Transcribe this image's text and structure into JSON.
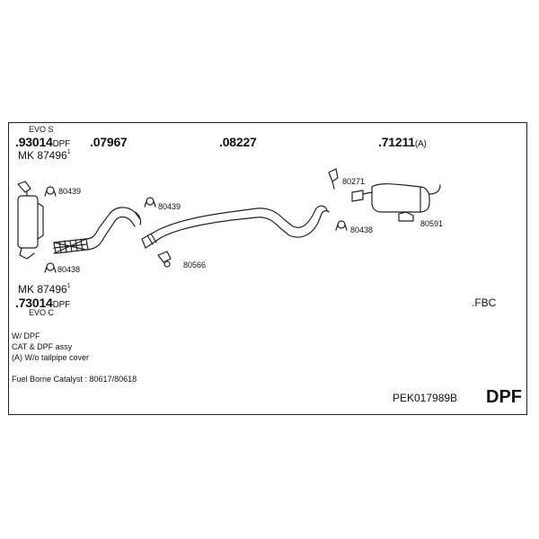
{
  "diagram": {
    "part_codes": {
      "p93014": ".93014",
      "p07967": ".07967",
      "p08227": ".08227",
      "p71211": ".71211",
      "p73014": ".73014",
      "fbc": ".FBC"
    },
    "suffixes": {
      "dpf": "DPF",
      "a_mark": "(A)",
      "dagger": "1"
    },
    "labels": {
      "evo_s": "EVO S",
      "evo_c": "EVO C",
      "mk_top": "MK 87496",
      "mk_bottom": "MK 87496"
    },
    "small_parts": {
      "s80439a": "80439",
      "s80439b": "80439",
      "s80438a": "80438",
      "s80566": "80566",
      "s80271": "80271",
      "s80438b": "80438",
      "s80591": "80591"
    },
    "notes": {
      "line1": "W/ DPF",
      "line2": "CAT & DPF assy",
      "line3": "(A) W/o tailpipe cover",
      "line4": "Fuel Borne Catalyst : 80617/80618"
    },
    "code": "PEK017989B",
    "badge": "DPF"
  }
}
